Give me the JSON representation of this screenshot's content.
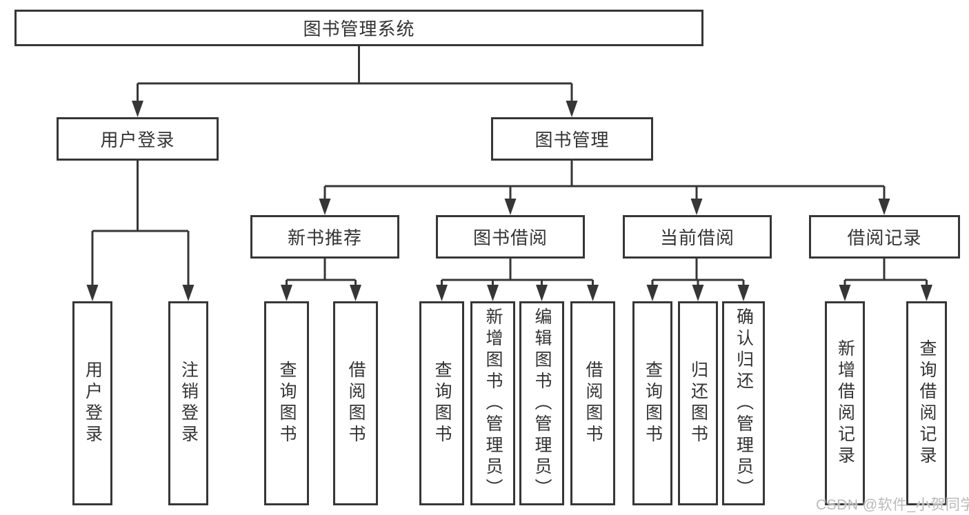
{
  "diagram": {
    "title": "图书管理系统",
    "tree": {
      "root": {
        "label": "图书管理系统",
        "children": [
          {
            "label": "用户登录",
            "children": [
              {
                "label": "用户登录"
              },
              {
                "label": "注销登录"
              }
            ]
          },
          {
            "label": "图书管理",
            "children": [
              {
                "label": "新书推荐",
                "children": [
                  {
                    "label": "查询图书"
                  },
                  {
                    "label": "借阅图书"
                  }
                ]
              },
              {
                "label": "图书借阅",
                "children": [
                  {
                    "label": "查询图书"
                  },
                  {
                    "label": "新增图书（管理员）"
                  },
                  {
                    "label": "编辑图书（管理员）"
                  },
                  {
                    "label": "借阅图书"
                  }
                ]
              },
              {
                "label": "当前借阅",
                "children": [
                  {
                    "label": "查询图书"
                  },
                  {
                    "label": "归还图书"
                  },
                  {
                    "label": "确认归还（管理员）"
                  }
                ]
              },
              {
                "label": "借阅记录",
                "children": [
                  {
                    "label": "新增借阅记录"
                  },
                  {
                    "label": "查询借阅记录"
                  }
                ]
              }
            ]
          }
        ]
      }
    },
    "colors": {
      "line": "#363636",
      "text": "#333333",
      "background": "#ffffff",
      "watermark": "#b9b9b9"
    }
  },
  "watermark": {
    "text": "CSDN @软件_小贺同学"
  }
}
